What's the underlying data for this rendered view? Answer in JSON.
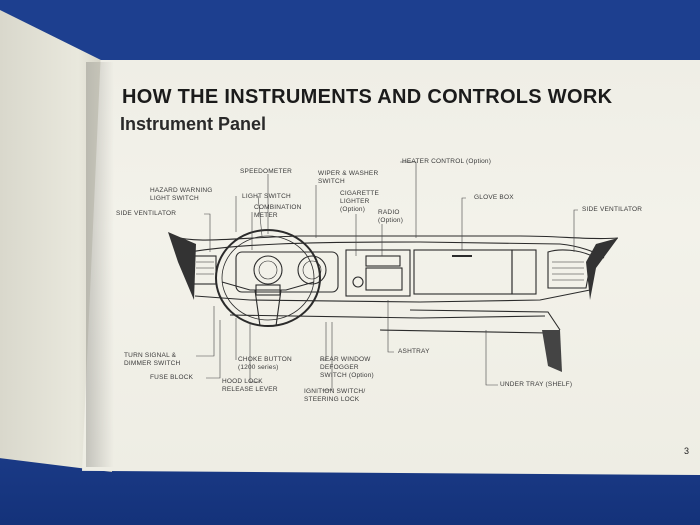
{
  "page": {
    "title": "HOW THE INSTRUMENTS AND CONTROLS WORK",
    "subtitle": "Instrument Panel",
    "page_number": "3"
  },
  "labels": {
    "speedometer": "SPEEDOMETER",
    "wiper_washer": "WIPER & WASHER\nSWITCH",
    "heater_control": "HEATER CONTROL (Option)",
    "hazard_warning": "HAZARD WARNING\nLIGHT SWITCH",
    "light_switch": "LIGHT SWITCH",
    "side_ventilator_left": "SIDE VENTILATOR",
    "combination_meter": "COMBINATION\nMETER",
    "cigarette_lighter": "CIGARETTE\nLIGHTER\n(Option)",
    "radio": "RADIO\n(Option)",
    "glove_box": "GLOVE BOX",
    "side_ventilator_right": "SIDE VENTILATOR",
    "turn_signal": "TURN SIGNAL &\nDIMMER SWITCH",
    "fuse_block": "FUSE BLOCK",
    "choke_button": "CHOKE BUTTON\n(1200 series)",
    "hood_lock": "HOOD LOCK\nRELEASE LEVER",
    "rear_window": "REAR WINDOW\nDEFOGGER\nSWITCH (Option)",
    "ignition": "IGNITION SWITCH/\nSTEERING LOCK",
    "ashtray": "ASHTRAY",
    "under_tray": "UNDER TRAY (SHELF)"
  },
  "colors": {
    "paper": "#f0efe6",
    "ink": "#1b1b1b",
    "table_blue": "#1d3f8f"
  }
}
